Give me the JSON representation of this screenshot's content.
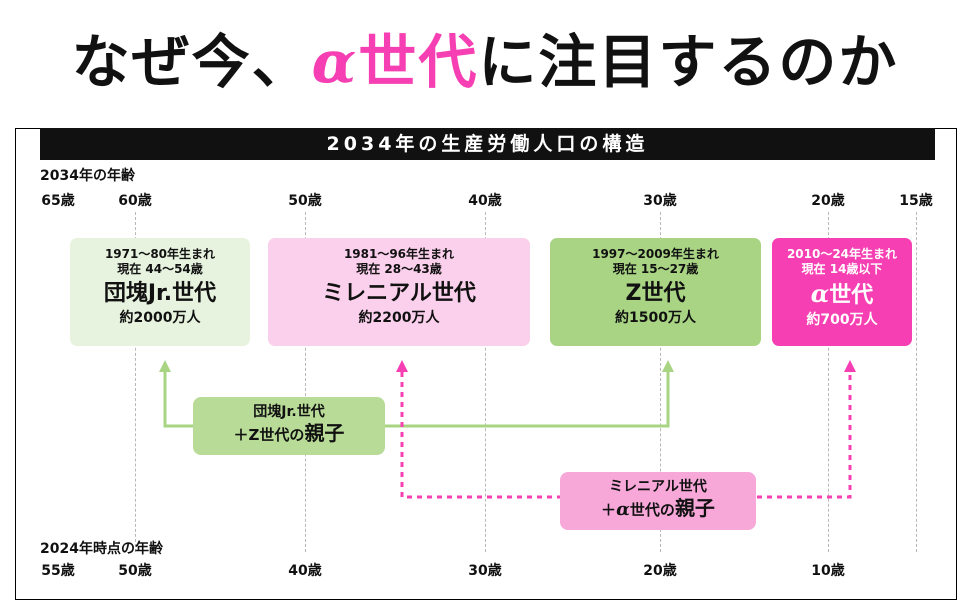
{
  "title": {
    "part1": "なぜ今、",
    "alpha": "α",
    "highlight": "世代",
    "part2": "に注目するのか",
    "highlight_color": "#f63fb2"
  },
  "header_bar": "2034年の生産労働人口の構造",
  "top_axis": {
    "title": "2034年の年齢",
    "ticks": [
      "65歳",
      "60歳",
      "50歳",
      "40歳",
      "30歳",
      "20歳",
      "15歳"
    ]
  },
  "bottom_axis": {
    "title": "2024年時点の年齢",
    "ticks": [
      "55歳",
      "50歳",
      "40歳",
      "30歳",
      "20歳",
      "10歳"
    ]
  },
  "generations": [
    {
      "range": "1971～80年生まれ",
      "now": "現在 44～54歳",
      "name": "団塊Jr.世代",
      "population": "約2000万人",
      "color": "#e7f3df"
    },
    {
      "range": "1981～96年生まれ",
      "now": "現在 28～43歳",
      "name": "ミレニアル世代",
      "population": "約2200万人",
      "color": "#fbd0ec"
    },
    {
      "range": "1997～2009年生まれ",
      "now": "現在 15～27歳",
      "name": "Z世代",
      "population": "約1500万人",
      "color": "#a8d483"
    },
    {
      "range": "2010～24年生まれ",
      "now": "現在 14歳以下",
      "name_alpha": "α",
      "name": "世代",
      "population": "約700万人",
      "color": "#f63fb2"
    }
  ],
  "relations": [
    {
      "line1": "団塊Jr.世代",
      "line2_prefix": "＋Z世代の",
      "line2_bold": "親子",
      "color": "#a8d483"
    },
    {
      "line1": "ミレニアル世代",
      "line2_prefix": "＋",
      "line2_alpha": "α",
      "line2_mid": "世代の",
      "line2_bold": "親子",
      "color": "#f7a8d9"
    }
  ]
}
